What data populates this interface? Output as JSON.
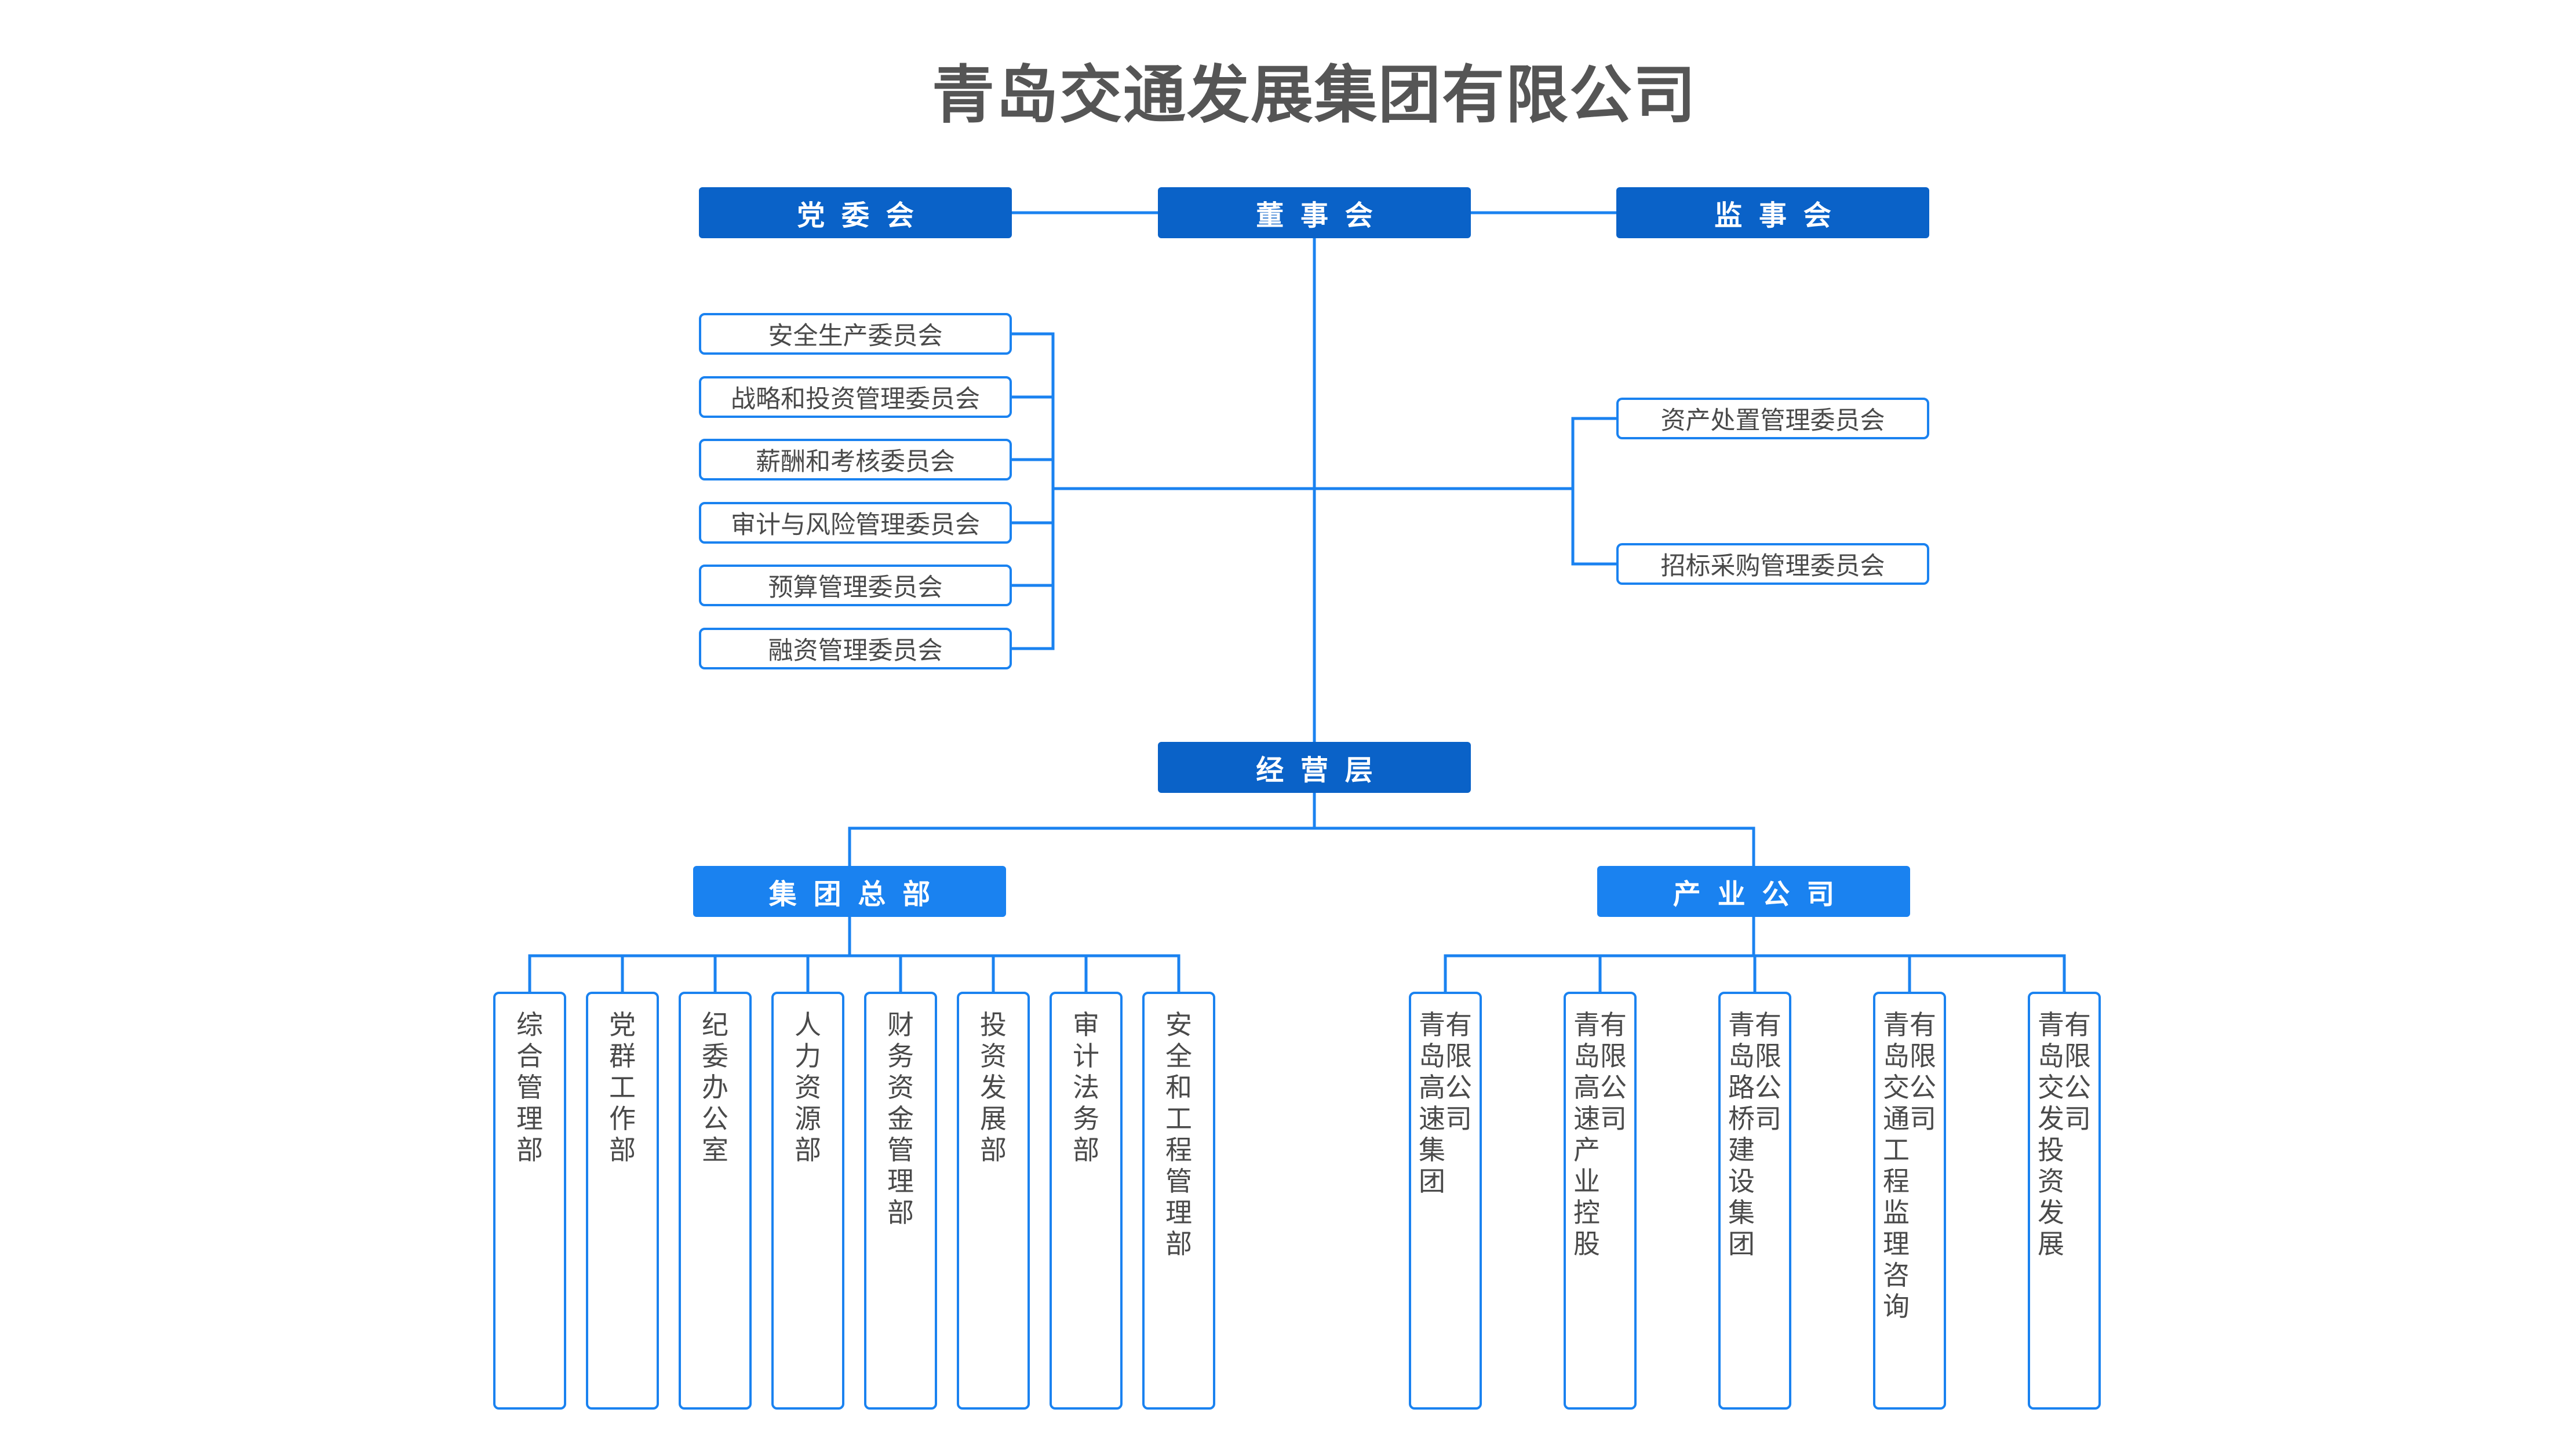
{
  "title": "青岛交通发展集团有限公司",
  "top_boxes": {
    "party": "党委会",
    "board": "董事会",
    "supervisory": "监事会"
  },
  "board_committees": {
    "left": [
      "安全生产委员会",
      "战略和投资管理委员会",
      "薪酬和考核委员会",
      "审计与风险管理委员会",
      "预算管理委员会",
      "融资管理委员会"
    ],
    "right": [
      "资产处置管理委员会",
      "招标采购管理委员会"
    ]
  },
  "management": "经营层",
  "headquarters": {
    "label": "集团总部",
    "departments": [
      "综合管理部",
      "党群工作部",
      "纪委办公室",
      "人力资源部",
      "财务资金管理部",
      "投资发展部",
      "审计法务部",
      "安全和工程管理部"
    ]
  },
  "industry": {
    "label": "产业公司",
    "companies": [
      {
        "col1": "青岛高速集团",
        "col2": "有限公司"
      },
      {
        "col1": "青岛高速产业控股",
        "col2": "有限公司"
      },
      {
        "col1": "青岛路桥建设集团",
        "col2": "有限公司"
      },
      {
        "col1": "青岛交通工程监理咨询",
        "col2": "有限公司"
      },
      {
        "col1": "青岛交发投资发展",
        "col2": "有限公司"
      }
    ]
  },
  "colors": {
    "dark_blue": "#0a62c8",
    "bright_blue": "#1a82f0",
    "line": "#1a82f0",
    "title": "#555555",
    "text": "#4a4a4a"
  }
}
